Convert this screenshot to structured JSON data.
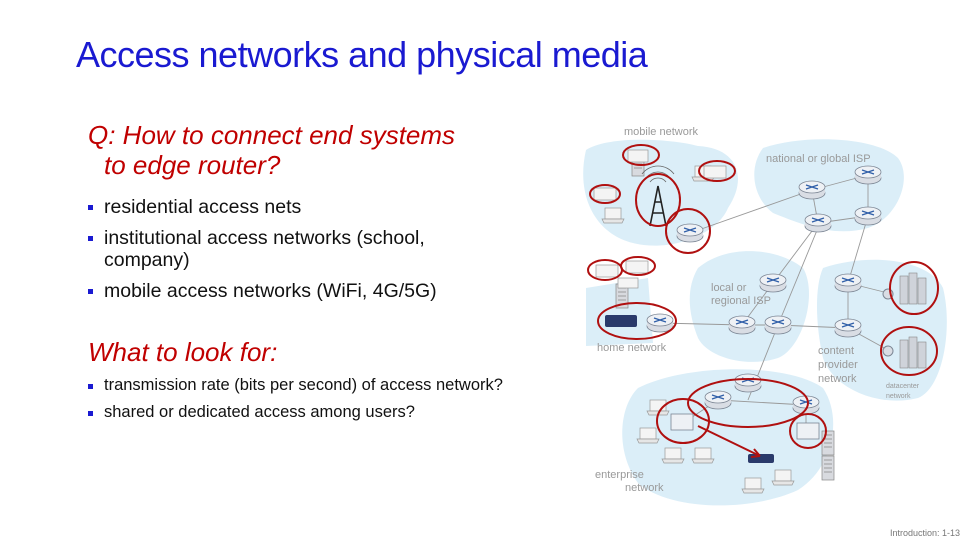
{
  "slide": {
    "title": "Access networks and physical media",
    "question": {
      "line1": "Q: How to connect end systems",
      "line2": "to edge router?"
    },
    "bullets_access": [
      "residential access nets",
      "institutional access networks (school, company)",
      "mobile access networks (WiFi, 4G/5G)"
    ],
    "look_heading": "What to look for:",
    "bullets_look": [
      "transmission rate  (bits per second) of access network?",
      "shared or dedicated access among users?"
    ],
    "footer": "Introduction: 1-13"
  },
  "diagram": {
    "mobile_network": "mobile network",
    "national_isp": "national or global ISP",
    "local_isp_1": "local or",
    "local_isp_2": "regional ISP",
    "home_network": "home network",
    "content_1": "content",
    "content_2": "provider",
    "content_3": "network",
    "datacenter_1": "datacenter",
    "datacenter_2": "network",
    "enterprise_1": "enterprise",
    "enterprise_2": "network"
  },
  "colors": {
    "title": "#1a1ad1",
    "emphasis": "#c00000",
    "region_fill": "#dbeef8",
    "highlight_ring": "#b01010"
  }
}
